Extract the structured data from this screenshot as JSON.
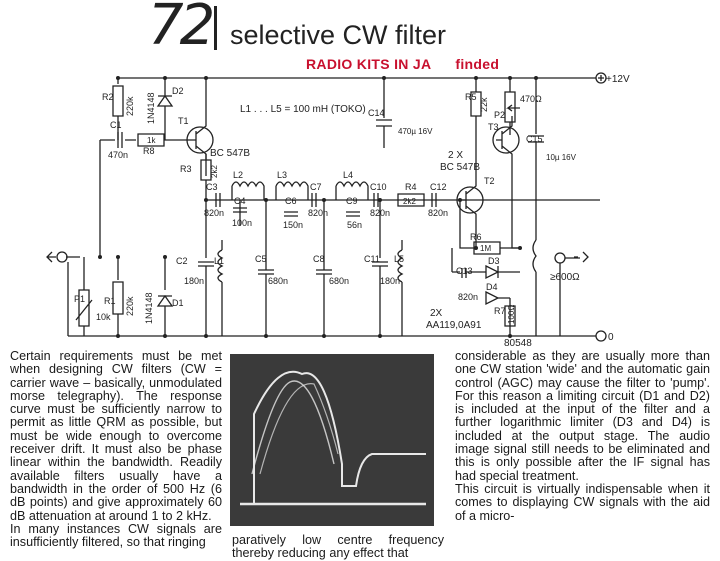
{
  "header": {
    "number": "72",
    "title": "selective CW filter",
    "watermark_left": "RADIO KITS IN JA",
    "watermark_right": "finded"
  },
  "schematic": {
    "supply": "+12V",
    "ground": "0",
    "coil_note": "L1 . . . L5 = 100 mH (TOKO)",
    "transistor_type": "BC 547B",
    "transistor_count": "2 X",
    "diode_note_count": "2X",
    "diode_types": "AA119,0A91",
    "part_number": "80548",
    "labels": {
      "R2": "R2",
      "R2v": "220k",
      "D2": "D2",
      "D2v": "1N4148",
      "C1": "C1",
      "C1v": "470n",
      "R8": "R8",
      "R8v": "1k",
      "T1": "T1",
      "R3": "R3",
      "R3v": "2k2",
      "L2": "L2",
      "L3": "L3",
      "L4": "L4",
      "C3": "C3",
      "C3v": "820n",
      "C4": "C4",
      "C4v": "100n",
      "C6": "C6",
      "C6v": "150n",
      "C7": "C7",
      "C7v": "820n",
      "C9": "C9",
      "C9v": "56n",
      "C10": "C10",
      "C10v": "820n",
      "R4": "R4",
      "R4v": "2k2",
      "C12": "C12",
      "C12v": "820n",
      "T2": "T2",
      "C14": "C14",
      "C14v": "470µ 16V",
      "R5": "R5",
      "R5v": "22k",
      "P2": "P2",
      "P2v": "470Ω",
      "T3": "T3",
      "C15": "C15",
      "C15v": "10µ 16V",
      "C2": "C2",
      "C2v": "180n",
      "L1": "L1",
      "C5": "C5",
      "C5v": "680n",
      "C8": "C8",
      "C8v": "680n",
      "C11": "C11",
      "C11v": "180n",
      "L5": "L5",
      "R6": "R6",
      "R6v": "1M",
      "C13": "C13",
      "C13v": "820n",
      "D3": "D3",
      "D4": "D4",
      "R7": "R7",
      "R7v": "100Ω",
      "P1": "P1",
      "P1v": "10k",
      "R1": "R1",
      "R1v": "220k",
      "D1": "D1",
      "D1v": "1N4148",
      "spk": "≥600Ω"
    }
  },
  "text": {
    "left": "Certain requirements must be met when designing CW filters (CW = carrier wave – basically, unmodulated morse telegraphy). The response curve must be sufficiently narrow to permit as little QRM as possible, but must be wide enough to overcome receiver drift. It must also be phase linear within the bandwidth. Readily available filters usually have a bandwidth in the order of 500 Hz (6 dB points) and give approximately 60 dB attenuation at around 1 to 2 kHz.",
    "left2": "In many instances CW signals are insufficiently filtered, so that ringing",
    "middle": "paratively low centre frequency thereby reducing any effect that",
    "right": "considerable as they are usually more than one CW station 'wide' and the automatic gain control (AGC) may cause the filter to 'pump'. For this reason a limiting circuit (D1 and D2) is included at the input of the filter and a further logarithmic limiter (D3 and D4) is included at the output stage. The audio image signal still needs to be eliminated and this is only possible after the IF signal has had special treatment.",
    "right2": "This circuit is virtually indispensable when it comes to displaying CW signals with the aid of a micro-"
  },
  "colors": {
    "ink": "#222222",
    "watermark": "#c8102e",
    "photo_bg": "#3a3a3a",
    "trace": "#e8e8e8"
  }
}
